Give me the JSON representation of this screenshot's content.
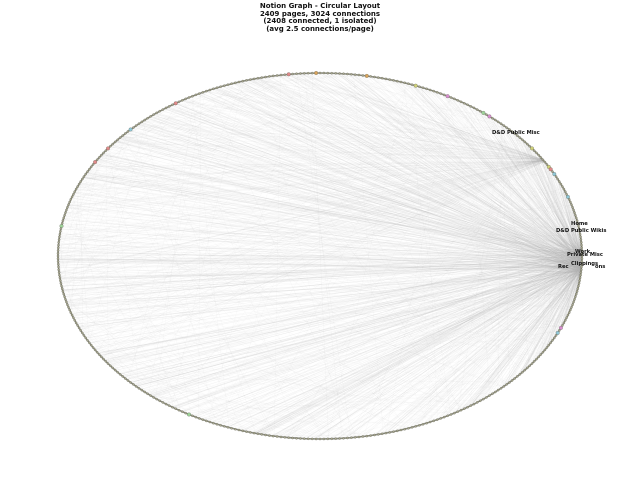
{
  "title": {
    "line1": "Notion Graph - Circular Layout",
    "line2": "2409 pages, 3024 connections",
    "line3": "(2408 connected, 1 isolated)",
    "line4": "(avg 2.5 connections/page)"
  },
  "stats": {
    "pages": 2409,
    "connections": 3024,
    "connected": 2408,
    "isolated": 1
  },
  "labels": [
    {
      "id": "dnd-public-misc",
      "text": "D&D Public Misc"
    },
    {
      "id": "home",
      "text": "Home"
    },
    {
      "id": "dnd-public-wikis",
      "text": "D&D Public Wikis"
    },
    {
      "id": "work",
      "text": "Work"
    },
    {
      "id": "private-misc",
      "text": "Private Misc"
    },
    {
      "id": "clippings",
      "text": "Clippings"
    },
    {
      "id": "recipes",
      "text": "Rec"
    },
    {
      "id": "collections",
      "text": "ons"
    }
  ],
  "colors": {
    "edge": "#b4b4b4",
    "node_ring": "#7c7c6c",
    "accent_nodes": [
      "#d98fd0",
      "#e08a8a",
      "#cfd17a",
      "#8fc7d6",
      "#d9a45c",
      "#9fd49a"
    ]
  }
}
